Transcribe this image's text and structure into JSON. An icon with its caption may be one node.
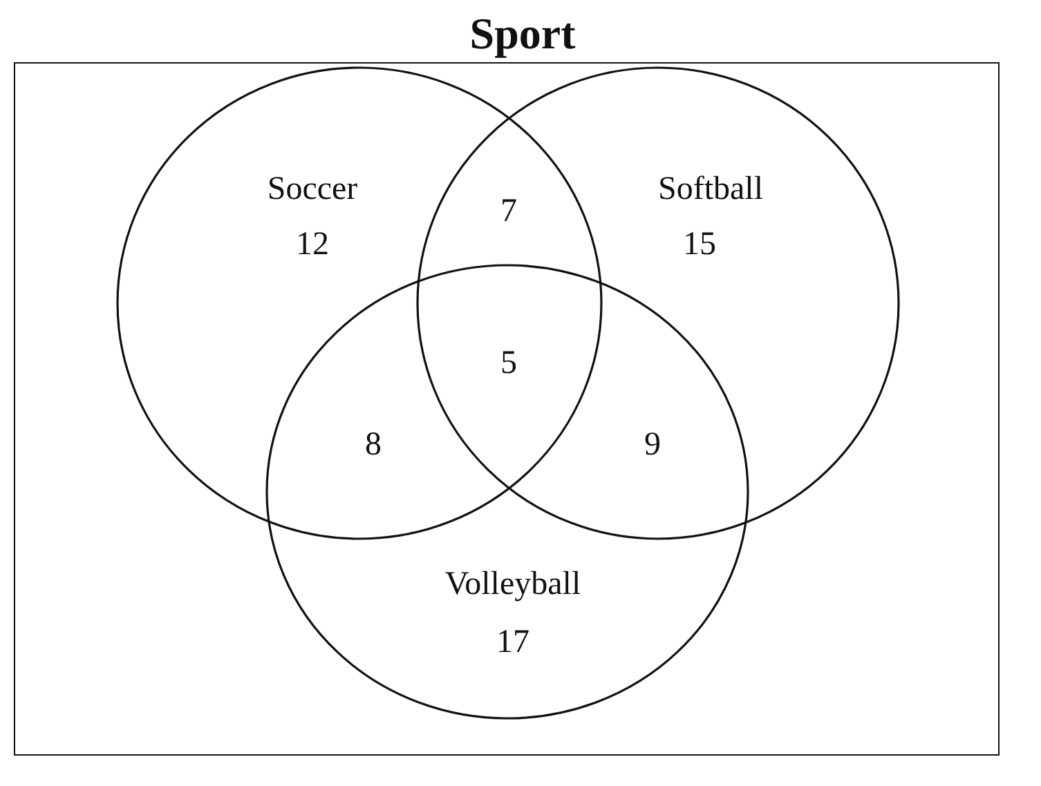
{
  "diagram": {
    "title": "Sport",
    "nodes": [
      {
        "text": [],
        "shape": "box"
      },
      {
        "text": [
          "Soccer",
          "12"
        ],
        "in": 0
      },
      {
        "text": [
          "Softball",
          "15"
        ],
        "in": 0
      },
      {
        "text": [
          "Volleyball",
          "17"
        ],
        "in": 0
      }
    ],
    "labels": [
      "7",
      "5",
      "8",
      "9"
    ]
  }
}
